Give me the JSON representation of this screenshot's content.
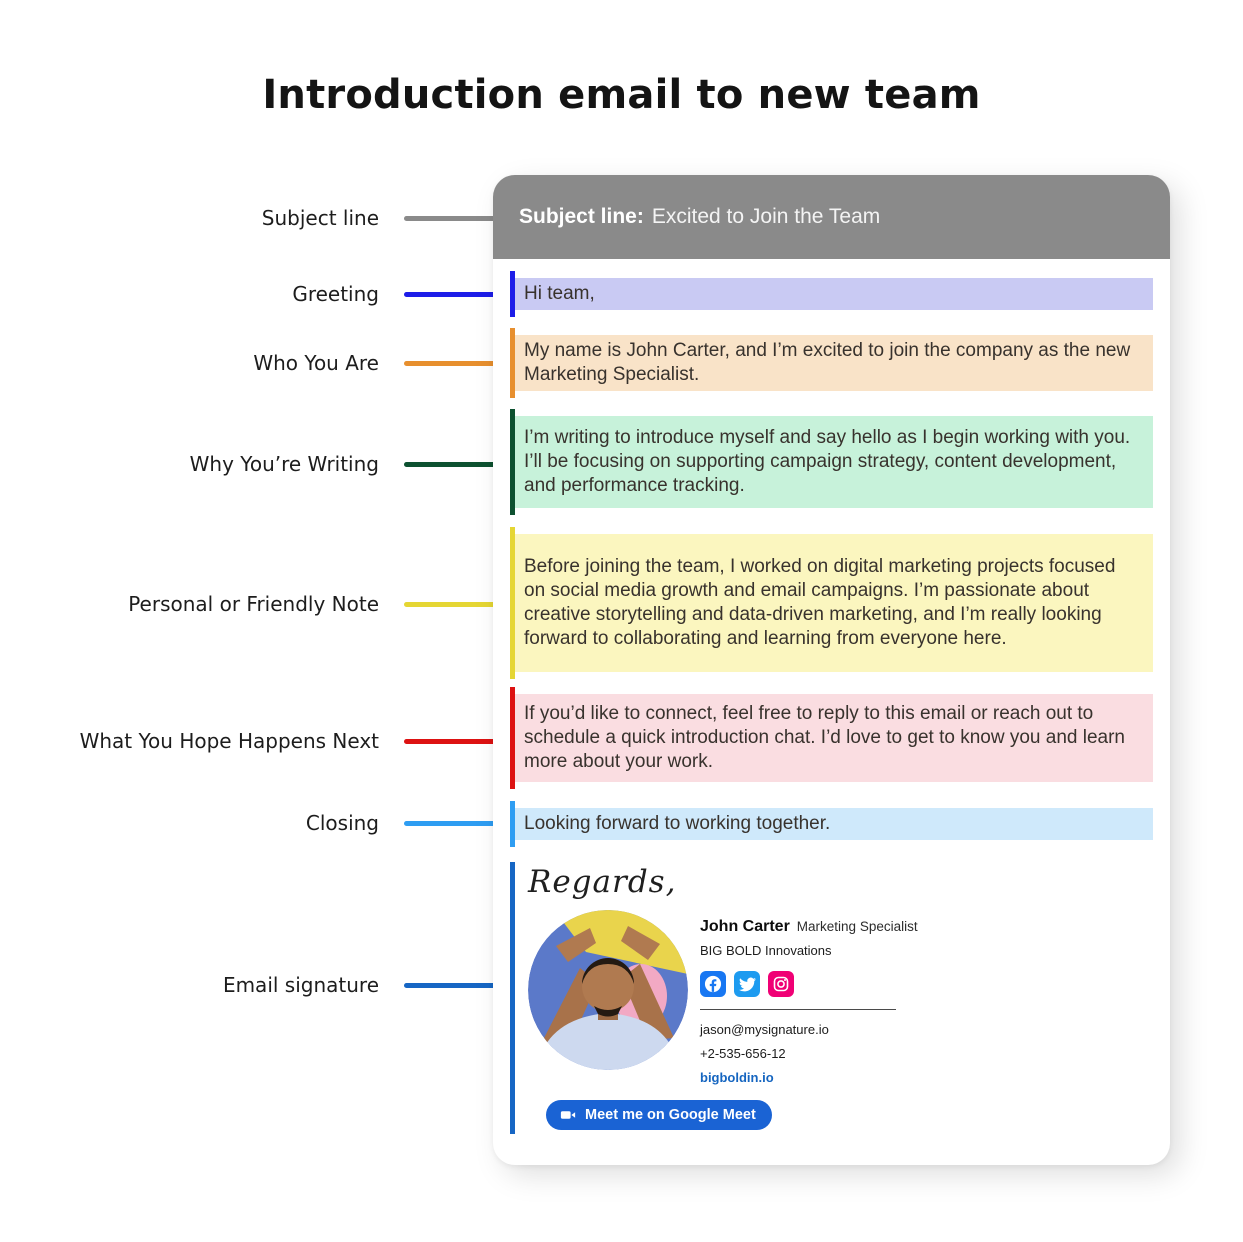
{
  "page": {
    "title": "Introduction email to new team"
  },
  "annotations": [
    {
      "label": "Subject line",
      "color": "#8a8a8a"
    },
    {
      "label": "Greeting",
      "color": "#1d1de8"
    },
    {
      "label": "Who You Are",
      "color": "#e78f2e"
    },
    {
      "label": "Why You’re Writing",
      "color": "#0d5130"
    },
    {
      "label": "Personal or Friendly Note",
      "color": "#e5d633"
    },
    {
      "label": "What You Hope Happens Next",
      "color": "#dd1212"
    },
    {
      "label": "Closing",
      "color": "#2e9df2"
    },
    {
      "label": "Email signature",
      "color": "#1666c4"
    }
  ],
  "email": {
    "subject": {
      "label": "Subject line:",
      "text": "Excited to Join the Team",
      "bg": "#8a8a8a"
    },
    "blocks": [
      {
        "name": "greeting",
        "text": "Hi team,",
        "bg": "#c9caf3",
        "accent": "#1d1de8"
      },
      {
        "name": "who-you-are",
        "text": "My name is John Carter, and I’m excited to join the company as the new Marketing Specialist.",
        "bg": "#f9e3c8",
        "accent": "#e78f2e"
      },
      {
        "name": "why-youre-writing",
        "text": "I’m writing to introduce myself and say hello as I begin working with you. I’ll be focusing on supporting campaign strategy, content development, and performance tracking.",
        "bg": "#c7f2da",
        "accent": "#0d5130"
      },
      {
        "name": "personal-note",
        "text": "Before joining the team, I worked on digital marketing projects focused on social media growth and email campaigns. I’m passionate about creative storytelling and data-driven marketing, and I’m really looking forward to collaborating and learning from everyone here.",
        "bg": "#fbf6bf",
        "accent": "#e5d633"
      },
      {
        "name": "hope-next",
        "text": "If you’d like to connect, feel free to reply to this email or reach out to schedule a quick introduction chat. I’d love to get to know you and learn more about your work.",
        "bg": "#fadde1",
        "accent": "#dd1212"
      },
      {
        "name": "closing",
        "text": "Looking forward to working together.",
        "bg": "#cfe9fb",
        "accent": "#2e9df2"
      }
    ],
    "signature": {
      "accent": "#1666c4",
      "salutation": "Regards,",
      "name": "John Carter",
      "role": "Marketing Specialist",
      "company": "BIG BOLD Innovations",
      "email_address": "jason@mysignature.io",
      "phone": "+2-535-656-12",
      "website": "bigboldin.io",
      "meet_button_label": "Meet me on Google Meet",
      "social_icons": [
        "facebook",
        "twitter",
        "instagram"
      ],
      "colors": {
        "facebook": "#1877f2",
        "twitter": "#1d9bf0",
        "instagram": "#f00075",
        "meet_button": "#1a63d4",
        "link": "#1565c0"
      }
    }
  }
}
